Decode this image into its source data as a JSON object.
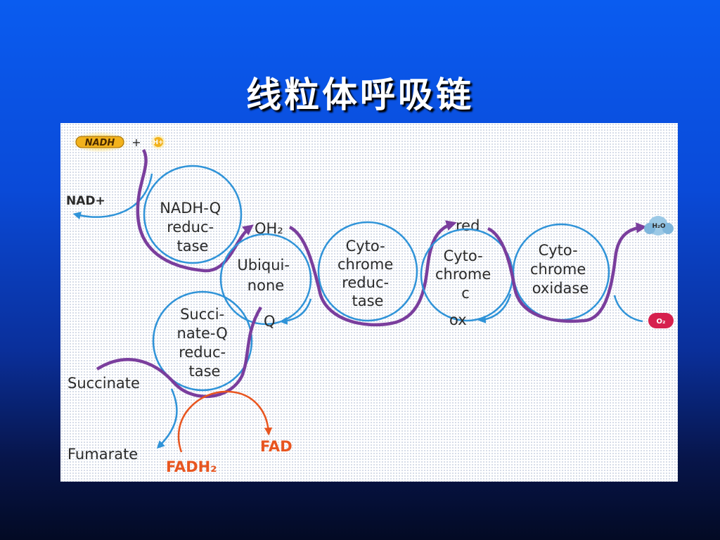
{
  "slide": {
    "title": "线粒体呼吸链"
  },
  "diagram": {
    "nadh": "NADH",
    "plus": "+",
    "h_plus": "H+",
    "nad_plus": "NAD+",
    "complex1": [
      "NADH-Q",
      "reduc-",
      "tase"
    ],
    "qh2": "QH₂",
    "q": "Q",
    "ubiquinone": [
      "Ubiqui-",
      "none"
    ],
    "complex3": [
      "Cyto-",
      "chrome",
      "reduc-",
      "tase"
    ],
    "red": "red",
    "ox": "ox",
    "cytc": [
      "Cyto-",
      "chrome",
      "c"
    ],
    "complex4": [
      "Cyto-",
      "chrome",
      "oxidase"
    ],
    "h2o": "H₂O",
    "o2": "O₂",
    "complex2": [
      "Succi-",
      "nate-Q",
      "reduc-",
      "tase"
    ],
    "succinate": "Succinate",
    "fumarate": "Fumarate",
    "fadh2": "FADH₂",
    "fad": "FAD"
  },
  "colors": {
    "purple_arrow": "#7a3e9d",
    "blue_arrow": "#2f93d8",
    "orange_arrow": "#e8551f",
    "nadh_badge": "#f2b21c",
    "o2_badge": "#d6204e",
    "h2o_badge": "#7fb6dc"
  }
}
